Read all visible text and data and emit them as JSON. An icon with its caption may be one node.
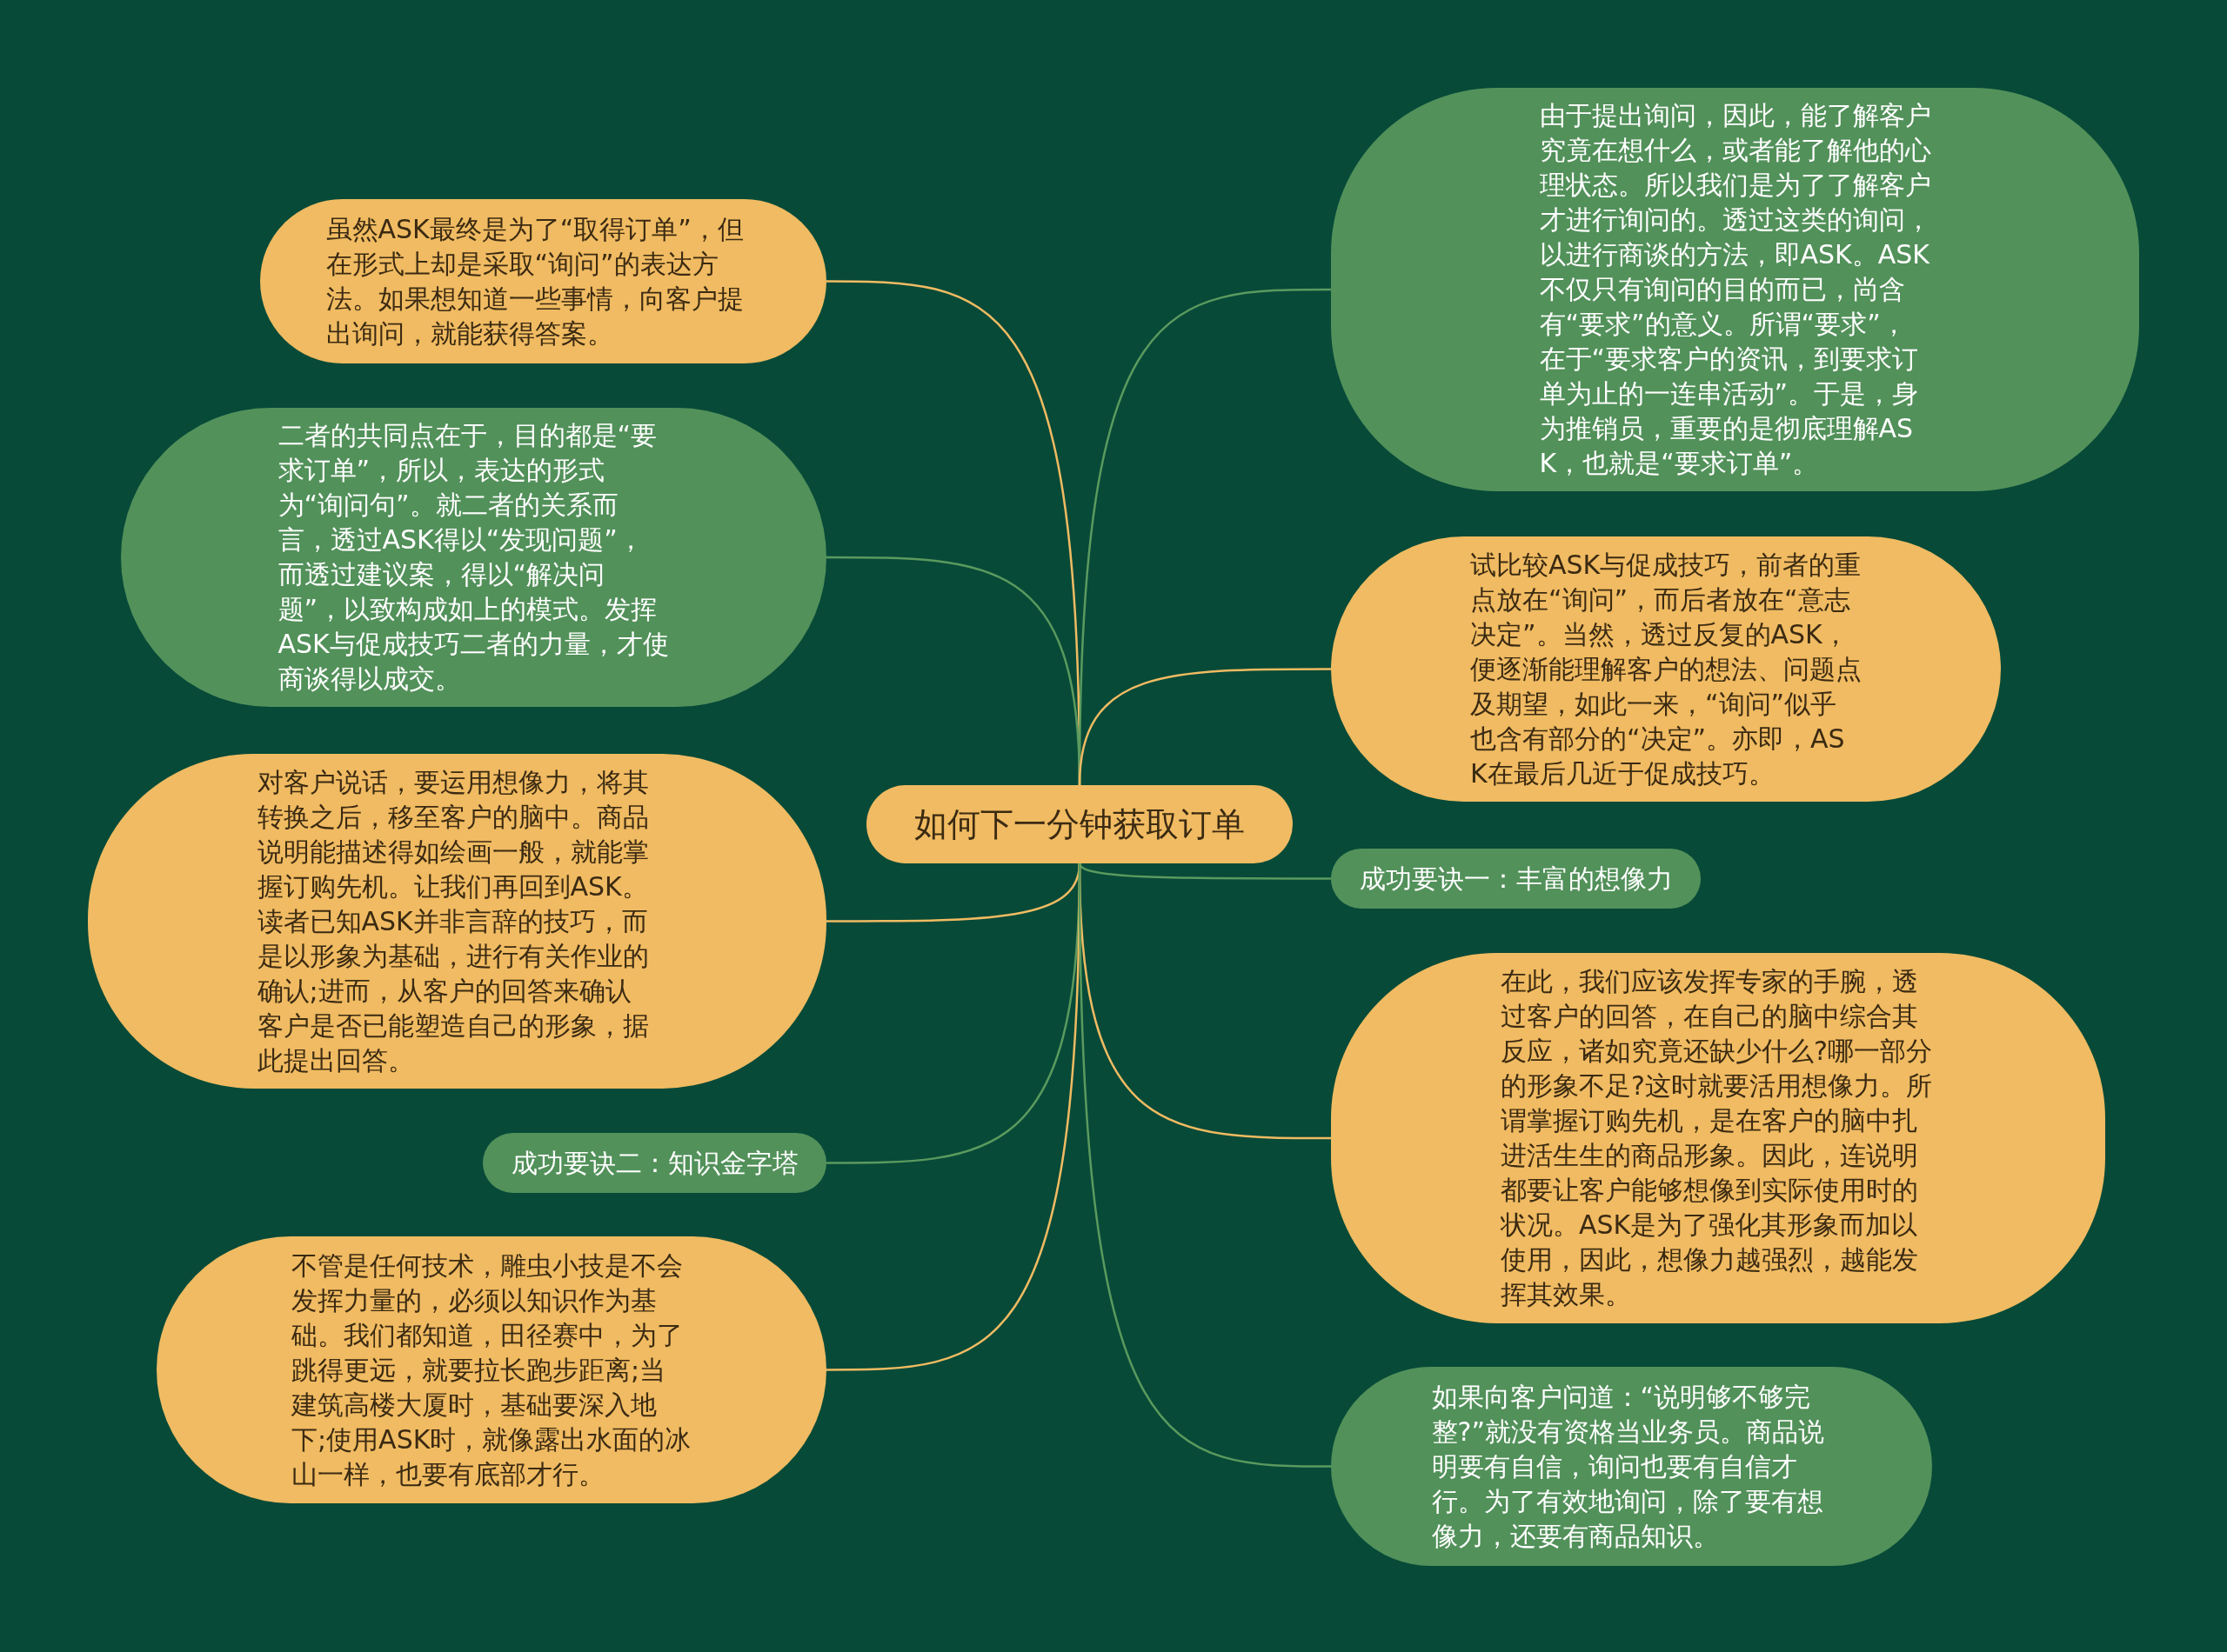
{
  "diagram": {
    "nodes": [
      {
        "text": [
          "如何下一分钟获取订单"
        ]
      },
      {
        "text": [
          "虽然ASK最终是为了“取得订单”，但在形式上却是采取“询问”的表达方法。如果想知道一些事情，向客户提出询问，就能获得答案。"
        ]
      },
      {
        "text": [
          "二者的共同点在于，目的都是“要求订单”，所以，表达的形式为“询问句”。就二者的关系而言，透过ASK得以“发现问题”，而透过建议案，得以“解决问题”，以致构成如上的模式。发挥ASK与促成技巧二者的力量，才使商谈得以成交。"
        ]
      },
      {
        "text": [
          "对客户说话，要运用想像力，将其转换之后，移至客户的脑中。商品说明能描述得如绘画一般，就能掌握订购先机。让我们再回到ASK。读者已知ASK并非言辞的技巧，而是以形象为基础，进行有关作业的确认;进而，从客户的回答来确认客户是否已能塑造自己的形象，据此提出回答。"
        ]
      },
      {
        "text": [
          "成功要诀二：知识金字塔"
        ]
      },
      {
        "text": [
          "不管是任何技术，雕虫小技是不会发挥力量的，必须以知识作为基础。我们都知道，田径赛中，为了跳得更远，就要拉长跑步距离;当建筑高楼大厦时，基础要深入地下;使用ASK时，就像露出水面的冰山一样，也要有底部才行。"
        ]
      },
      {
        "text": [
          "由于提出询问，因此，能了解客户究竟在想什么，或者能了解他的心理状态。所以我们是为了了解客户才进行询问的。透过这类的询问，以进行商谈的方法，即ASK。ASK不仅只有询问的目的而已，尚含有“要求”的意义。所谓“要求”，在于“要求客户的资讯，到要求订单为止的一连串活动”。于是，身为推销员，重要的是彻底理解ASK，也就是“要求订单”。"
        ]
      },
      {
        "text": [
          "试比较ASK与促成技巧，前者的重点放在“询问”，而后者放在“意志决定”。当然，透过反复的ASK，便逐渐能理解客户的想法、问题点及期望，如此一来，“询问”似乎也含有部分的“决定”。亦即，ASK在最后几近于促成技巧。"
        ]
      },
      {
        "text": [
          "成功要诀一：丰富的想像力"
        ]
      },
      {
        "text": [
          "在此，我们应该发挥专家的手腕，透过客户的回答，在自己的脑中综合其反应，诸如究竟还缺少什么?哪一部分的形象不足?这时就要活用想像力。所谓掌握订购先机，是在客户的脑中扎进活生生的商品形象。因此，连说明都要让客户能够想像到实际使用时的状况。ASK是为了强化其形象而加以使用，因此，想像力越强烈，越能发挥其效果。"
        ]
      },
      {
        "text": [
          "如果向客户问道：“说明够不够完整?”就没有资格当业务员。商品说明要有自信，询问也要有自信才行。为了有效地询问，除了要有想像力，还要有商品知识。"
        ]
      }
    ],
    "edges": [
      {
        "from": 0,
        "to": 1,
        "arrow": "none",
        "color": "#f0bb62"
      },
      {
        "from": 0,
        "to": 2,
        "arrow": "none",
        "color": "#5a9a5e"
      },
      {
        "from": 0,
        "to": 3,
        "arrow": "none",
        "color": "#f0bb62"
      },
      {
        "from": 0,
        "to": 4,
        "arrow": "none",
        "color": "#5a9a5e"
      },
      {
        "from": 0,
        "to": 5,
        "arrow": "none",
        "color": "#f0bb62"
      },
      {
        "from": 0,
        "to": 6,
        "arrow": "none",
        "color": "#5a9a5e"
      },
      {
        "from": 0,
        "to": 7,
        "arrow": "none",
        "color": "#f0bb62"
      },
      {
        "from": 0,
        "to": 8,
        "arrow": "none",
        "color": "#5a9a5e"
      },
      {
        "from": 0,
        "to": 9,
        "arrow": "none",
        "color": "#f0bb62"
      },
      {
        "from": 0,
        "to": 10,
        "arrow": "none",
        "color": "#5a9a5e"
      }
    ]
  }
}
